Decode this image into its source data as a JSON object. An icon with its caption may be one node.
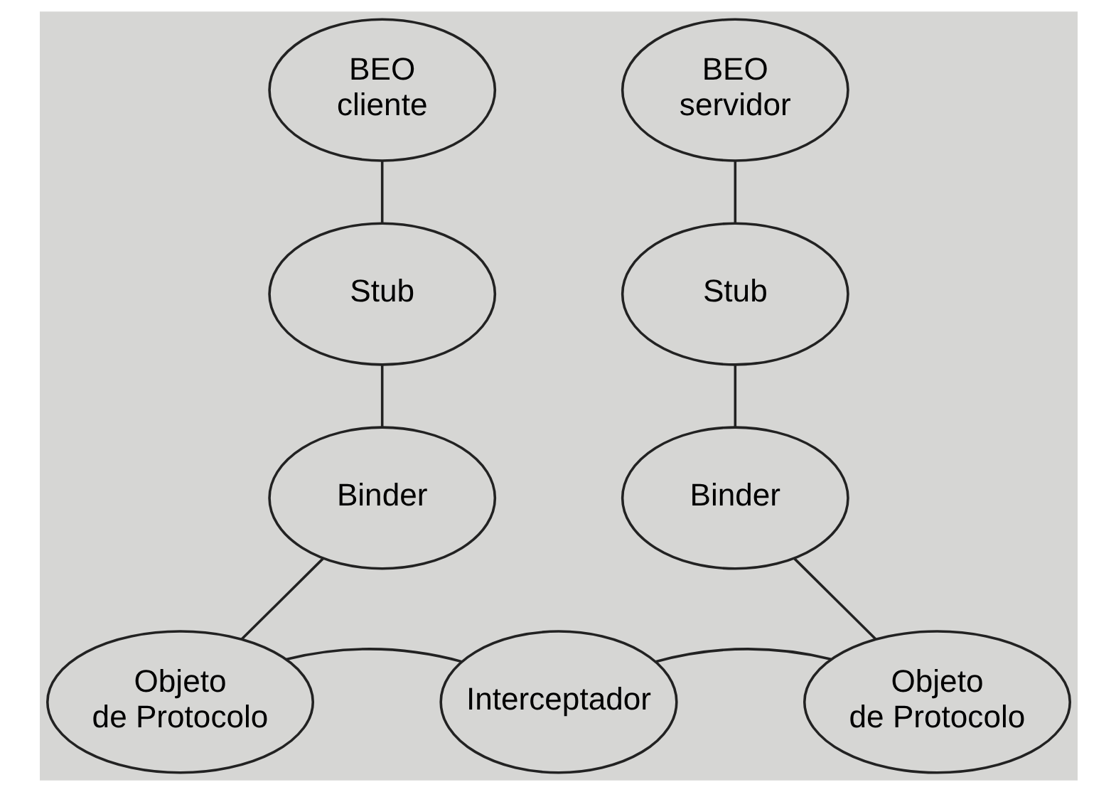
{
  "diagram": {
    "nodes": [
      {
        "text": [
          "BEO cliente"
        ]
      },
      {
        "text": [
          "Stub"
        ]
      },
      {
        "text": [
          "Binder"
        ]
      },
      {
        "text": [
          "Objeto de Protocolo"
        ]
      },
      {
        "text": [
          "Interceptador"
        ]
      },
      {
        "text": [
          "BEO servidor"
        ]
      },
      {
        "text": [
          "Stub"
        ]
      },
      {
        "text": [
          "Binder"
        ]
      },
      {
        "text": [
          "Objeto de Protocolo"
        ]
      }
    ],
    "edges": [
      {
        "from": 0,
        "to": 1,
        "arrow": "none"
      },
      {
        "from": 1,
        "to": 2,
        "arrow": "none"
      },
      {
        "from": 2,
        "to": 3,
        "arrow": "none"
      },
      {
        "from": 3,
        "to": 4,
        "arrow": "none"
      },
      {
        "from": 4,
        "to": 8,
        "arrow": "none"
      },
      {
        "from": 5,
        "to": 6,
        "arrow": "none"
      },
      {
        "from": 6,
        "to": 7,
        "arrow": "none"
      },
      {
        "from": 7,
        "to": 8,
        "arrow": "none"
      }
    ]
  }
}
